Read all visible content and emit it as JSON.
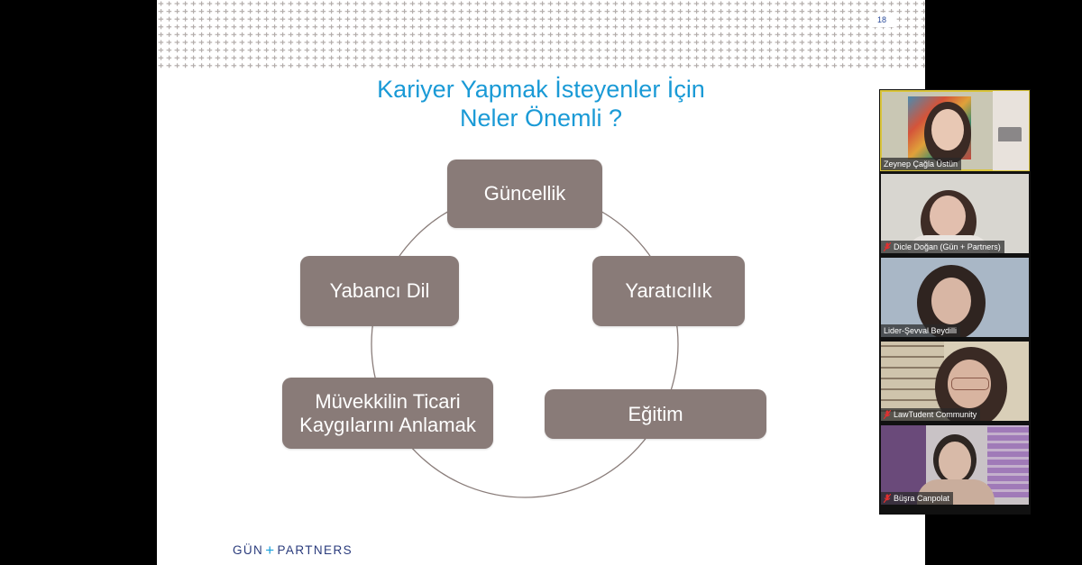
{
  "slide": {
    "page_number": "18",
    "title_line1": "Kariyer Yapmak İsteyenler İçin",
    "title_line2": "Neler Önemli ?",
    "diagram": {
      "type": "cycle",
      "box_color": "#897b78",
      "line_color": "#8a7d7a",
      "items": [
        {
          "label": "Güncellik"
        },
        {
          "label": "Yaratıcılık"
        },
        {
          "label": "Eğitim"
        },
        {
          "label_line1": "Müvekkilin Ticari",
          "label_line2": "Kaygılarını Anlamak"
        },
        {
          "label": "Yabancı Dil"
        }
      ]
    },
    "logo": {
      "left": "GÜN",
      "plus": "+",
      "right": "PARTNERS"
    },
    "title_color": "#1a9ad6"
  },
  "gallery": {
    "active_border_color": "#d9c43a",
    "participants": [
      {
        "name": "Zeynep Çağla Üstün",
        "muted": false,
        "active": true
      },
      {
        "name": "Dicle Doğan (Gün + Partners)",
        "muted": true,
        "active": false
      },
      {
        "name": "Lider-Şevval Beydilli",
        "muted": false,
        "active": false
      },
      {
        "name": "LawTudent Community",
        "muted": true,
        "active": false
      },
      {
        "name": "Büşra Canpolat",
        "muted": true,
        "active": false
      }
    ]
  }
}
